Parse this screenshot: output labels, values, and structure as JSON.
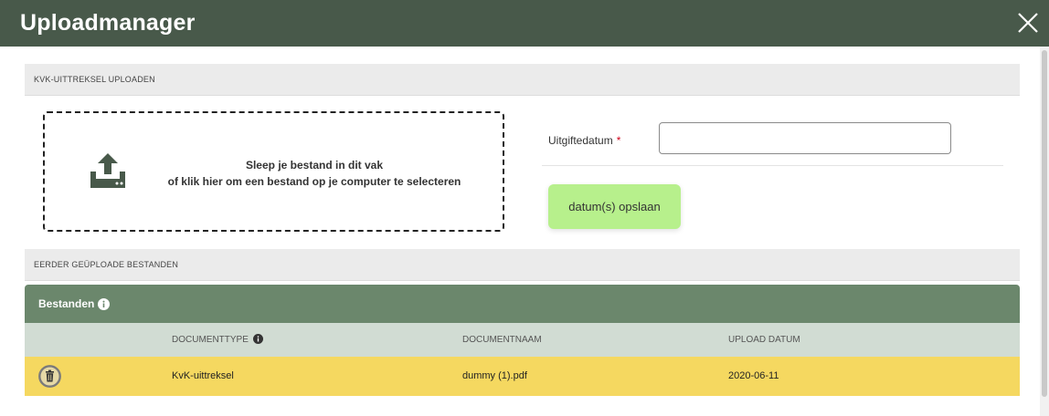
{
  "window": {
    "title": "Uploadmanager",
    "close_icon": "close-icon"
  },
  "upload_section": {
    "heading": "KvK-uittreksel uploaden",
    "dropzone": {
      "icon": "upload-icon",
      "line1": "Sleep je bestand in dit vak",
      "line2": "of klik hier om een bestand op je computer te selecteren"
    },
    "date_field": {
      "label": "Uitgiftedatum",
      "required_marker": "*",
      "value": "",
      "placeholder": ""
    },
    "save_button": "datum(s) opslaan"
  },
  "history_section": {
    "heading": "Eerder geüploade bestanden",
    "table": {
      "title": "Bestanden",
      "columns": [
        "Documenttype",
        "Documentnaam",
        "Upload datum"
      ],
      "rows": [
        {
          "documenttype": "KvK-uittreksel",
          "documentnaam": "dummy (1).pdf",
          "upload_datum": "2020-06-11"
        }
      ]
    }
  },
  "colors": {
    "titlebar": "#48594a",
    "table_header": "#6b876c",
    "column_header": "#d1dcd3",
    "row_highlight": "#f5d860",
    "save_button": "#b7f08c",
    "required": "#d0021b"
  }
}
